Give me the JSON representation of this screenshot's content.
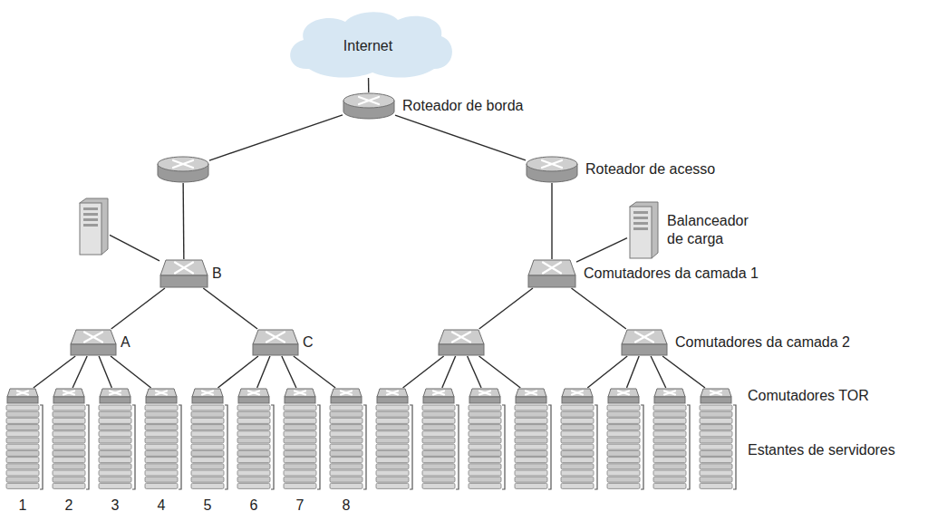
{
  "diagram": {
    "nodes": [
      {
        "text": [
          "Internet"
        ]
      },
      {
        "text": [
          "Roteador de borda"
        ]
      },
      {
        "text": []
      },
      {
        "text": [
          "Roteador de acesso"
        ]
      },
      {
        "text": []
      },
      {
        "text": [
          "B"
        ]
      },
      {
        "text": [
          "Balanceador de carga"
        ]
      },
      {
        "text": [
          "Comutadores da camada 1"
        ]
      },
      {
        "text": [
          "A"
        ]
      },
      {
        "text": [
          "C"
        ]
      },
      {
        "text": []
      },
      {
        "text": [
          "Comutadores da camada 2"
        ]
      },
      {
        "text": []
      },
      {
        "text": []
      },
      {
        "text": []
      },
      {
        "text": []
      },
      {
        "text": []
      },
      {
        "text": []
      },
      {
        "text": []
      },
      {
        "text": []
      },
      {
        "text": []
      },
      {
        "text": []
      },
      {
        "text": []
      },
      {
        "text": []
      },
      {
        "text": []
      },
      {
        "text": []
      },
      {
        "text": []
      },
      {
        "text": [
          "Comutadores TOR"
        ]
      }
    ],
    "edges": [
      {
        "from": 0,
        "to": 1,
        "arrow": "none"
      },
      {
        "from": 1,
        "to": 2,
        "arrow": "none"
      },
      {
        "from": 1,
        "to": 3,
        "arrow": "none"
      },
      {
        "from": 2,
        "to": 5,
        "arrow": "none"
      },
      {
        "from": 3,
        "to": 7,
        "arrow": "none"
      },
      {
        "from": 4,
        "to": 5,
        "arrow": "none"
      },
      {
        "from": 6,
        "to": 7,
        "arrow": "none"
      },
      {
        "from": 5,
        "to": 8,
        "arrow": "none"
      },
      {
        "from": 5,
        "to": 9,
        "arrow": "none"
      },
      {
        "from": 7,
        "to": 10,
        "arrow": "none"
      },
      {
        "from": 7,
        "to": 11,
        "arrow": "none"
      },
      {
        "from": 8,
        "to": 12,
        "arrow": "none"
      },
      {
        "from": 8,
        "to": 13,
        "arrow": "none"
      },
      {
        "from": 8,
        "to": 14,
        "arrow": "none"
      },
      {
        "from": 8,
        "to": 15,
        "arrow": "none"
      },
      {
        "from": 9,
        "to": 16,
        "arrow": "none"
      },
      {
        "from": 9,
        "to": 17,
        "arrow": "none"
      },
      {
        "from": 9,
        "to": 18,
        "arrow": "none"
      },
      {
        "from": 9,
        "to": 19,
        "arrow": "none"
      },
      {
        "from": 10,
        "to": 20,
        "arrow": "none"
      },
      {
        "from": 10,
        "to": 21,
        "arrow": "none"
      },
      {
        "from": 10,
        "to": 22,
        "arrow": "none"
      },
      {
        "from": 10,
        "to": 23,
        "arrow": "none"
      },
      {
        "from": 11,
        "to": 24,
        "arrow": "none"
      },
      {
        "from": 11,
        "to": 25,
        "arrow": "none"
      },
      {
        "from": 11,
        "to": 26,
        "arrow": "none"
      },
      {
        "from": 11,
        "to": 27,
        "arrow": "none"
      }
    ],
    "labels": [
      "1",
      "2",
      "3",
      "4",
      "5",
      "6",
      "7",
      "8",
      "Estantes de servidores"
    ]
  }
}
